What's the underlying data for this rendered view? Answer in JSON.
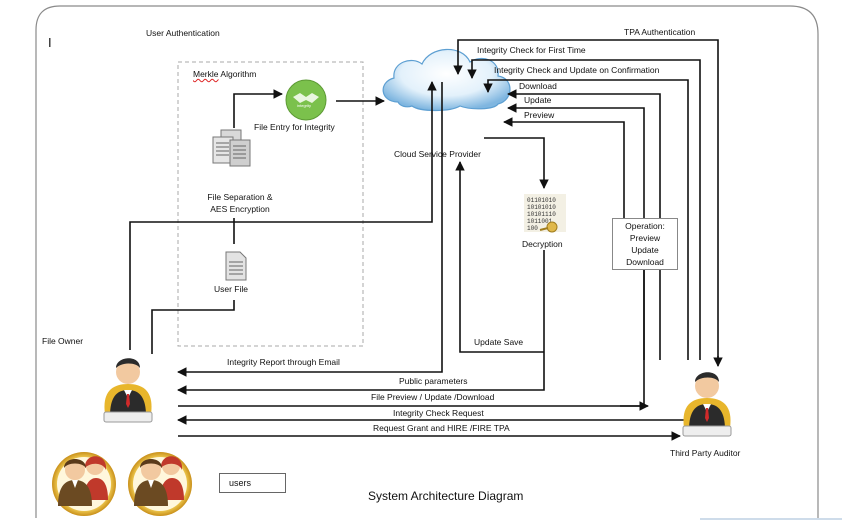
{
  "corner_mark": "I",
  "user_authentication": "User Authentication",
  "merkle_algorithm": "Merkle Algorithm",
  "integrity_badge": "integrity",
  "file_entry": "File Entry for Integrity",
  "file_separation_line1": "File Separation &",
  "file_separation_line2": "AES Encryption",
  "user_file": "User File",
  "file_owner": "File Owner",
  "cloud_service_provider": "Cloud Service Provider",
  "tpa_authentication": "TPA Authentication",
  "integrity_check_first": "Integrity Check for First Time",
  "integrity_check_update": "Integrity Check and Update on Confirmation",
  "download": "Download",
  "update": "Update",
  "preview": "Preview",
  "decryption": "Decryption",
  "binary_lines": [
    "01101010",
    "10101010",
    "10101110",
    "1011001",
    "100"
  ],
  "operations_box": [
    "Operation:",
    "Preview",
    "Update",
    "Download"
  ],
  "update_save": "Update Save",
  "integrity_report": "Integrity Report through Email",
  "public_parameters": "Public parameters",
  "file_preview_update_download": "File Preview / Update /Download",
  "integrity_check_request": "Integrity Check Request",
  "request_grant": "Request Grant and HIRE /FIRE TPA",
  "third_party_auditor": "Third Party Auditor",
  "users": "users",
  "diagram_title": "System Architecture Diagram",
  "colors": {
    "cloud_light": "#e6f2fb",
    "cloud_dark": "#5d9fd2",
    "badge_green": "#7bc14c",
    "person_skin": "#f2c9a0",
    "suit_dark": "#2b2b2b",
    "tie_red": "#d12a2a",
    "gold_ring": "#e8b62c",
    "woman_hair": "#c0392b",
    "key_gold": "#e0b84a"
  },
  "icons": [
    "cloud-icon",
    "integrity-handshake-icon",
    "documents-icon",
    "document-icon",
    "businessman-icon",
    "binary-key-icon",
    "users-group-icon"
  ]
}
